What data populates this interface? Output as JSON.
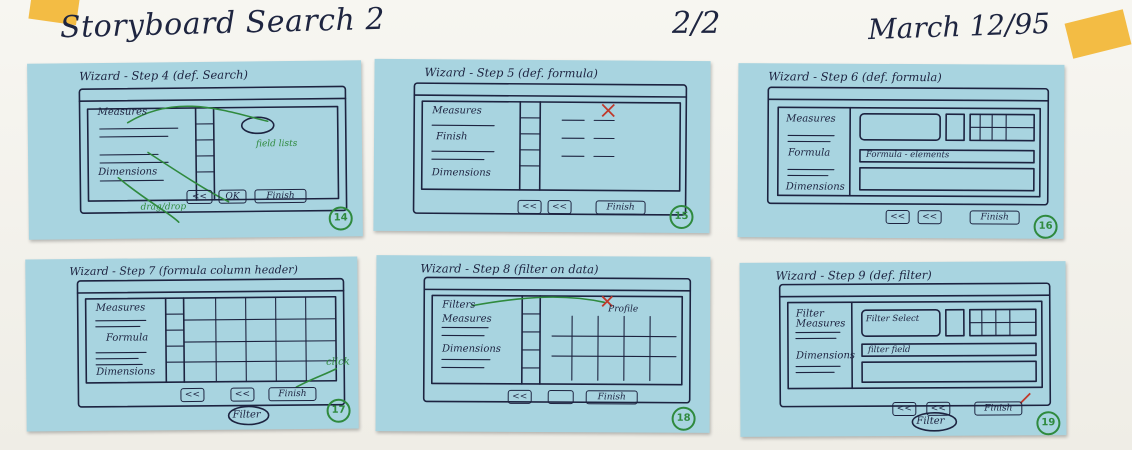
{
  "header": {
    "title": "Storyboard Search 2",
    "page": "2/2",
    "date": "March 12/95"
  },
  "colors": {
    "note": "#a8d4e0",
    "ink": "#1d2340",
    "number_circle": "#2f8a3e",
    "tape": "#f2b83a"
  },
  "cards": [
    {
      "caption": "Wizard - Step 4 (def. Search)",
      "labels": [
        "Measures",
        "Dimensions"
      ],
      "notes": [
        "field lists",
        "drag/drop"
      ],
      "buttons": [
        "<<",
        "OK",
        "Finish"
      ],
      "number": "14"
    },
    {
      "caption": "Wizard - Step 5 (def. formula)",
      "labels": [
        "Measures",
        "Finish",
        "Dimensions"
      ],
      "notes": [],
      "buttons": [
        "<<",
        "<<",
        "Finish"
      ],
      "number": "15"
    },
    {
      "caption": "Wizard - Step 6 (def. formula)",
      "labels": [
        "Measures",
        "Formula",
        "Dimensions"
      ],
      "notes": [
        "Formula - elements"
      ],
      "buttons": [
        "<<",
        "<<",
        "Finish"
      ],
      "number": "16"
    },
    {
      "caption": "Wizard - Step 7 (formula column header)",
      "labels": [
        "Measures",
        "Formula",
        "Dimensions"
      ],
      "notes": [
        "click",
        "Filter"
      ],
      "buttons": [
        "<<",
        "<<",
        "Finish"
      ],
      "number": "17"
    },
    {
      "caption": "Wizard - Step 8 (filter on data)",
      "labels": [
        "Filters",
        "Measures",
        "Dimensions"
      ],
      "notes": [
        "Profile"
      ],
      "buttons": [
        "<<",
        "",
        "Finish"
      ],
      "number": "18"
    },
    {
      "caption": "Wizard - Step 9 (def. filter)",
      "labels": [
        "Filter",
        "Measures",
        "Dimensions"
      ],
      "notes": [
        "Filter Select",
        "filter field",
        "Filter"
      ],
      "buttons": [
        "<<",
        "<<",
        "Finish"
      ],
      "number": "19"
    }
  ]
}
